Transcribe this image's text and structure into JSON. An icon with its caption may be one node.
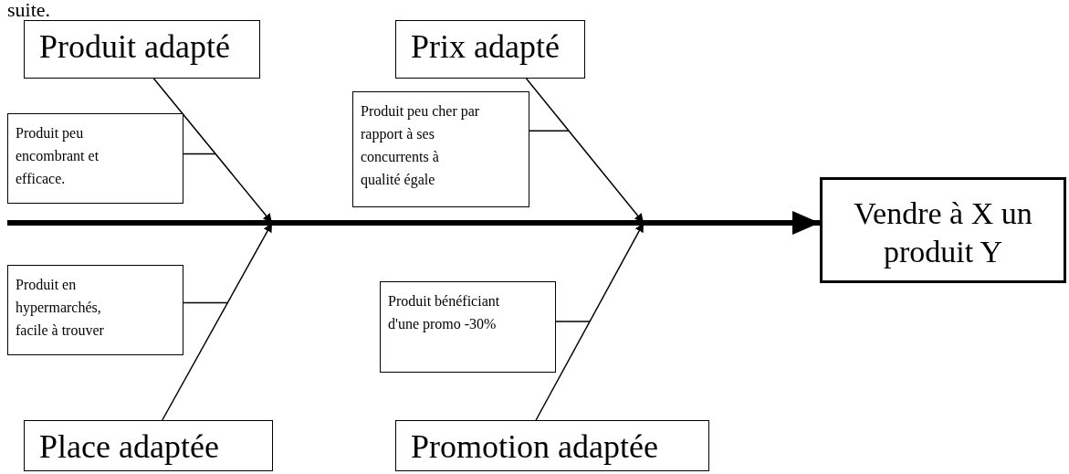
{
  "diagram": {
    "nodes": [
      {
        "text": [
          "Produit adapté"
        ]
      },
      {
        "text": [
          "Produit peu encombrant et efficace."
        ]
      },
      {
        "text": [
          "Prix adapté"
        ]
      },
      {
        "text": [
          "Produit peu cher par rapport à ses concurrents à qualité égale"
        ]
      },
      {
        "text": [
          "Vendre à X un produit Y"
        ]
      },
      {
        "text": [
          "Produit en hypermarchés, facile à trouver"
        ]
      },
      {
        "text": [
          "Produit bénéficiant d'une promo -30%"
        ]
      },
      {
        "text": [
          "Place adaptée"
        ]
      },
      {
        "text": [
          "Promotion adaptée"
        ]
      }
    ],
    "edges": [
      {
        "from": null,
        "to": 4,
        "arrow": "to",
        "style": "thick"
      },
      {
        "from": 0,
        "to": null,
        "arrow": "to"
      },
      {
        "from": 2,
        "to": null,
        "arrow": "to"
      },
      {
        "from": 7,
        "to": null,
        "arrow": "to"
      },
      {
        "from": 8,
        "to": null,
        "arrow": "to"
      },
      {
        "from": 1,
        "to": null,
        "arrow": "none"
      },
      {
        "from": 3,
        "to": null,
        "arrow": "none"
      },
      {
        "from": 5,
        "to": null,
        "arrow": "none"
      },
      {
        "from": 6,
        "to": null,
        "arrow": "none"
      }
    ],
    "labels": [
      "suite."
    ]
  }
}
